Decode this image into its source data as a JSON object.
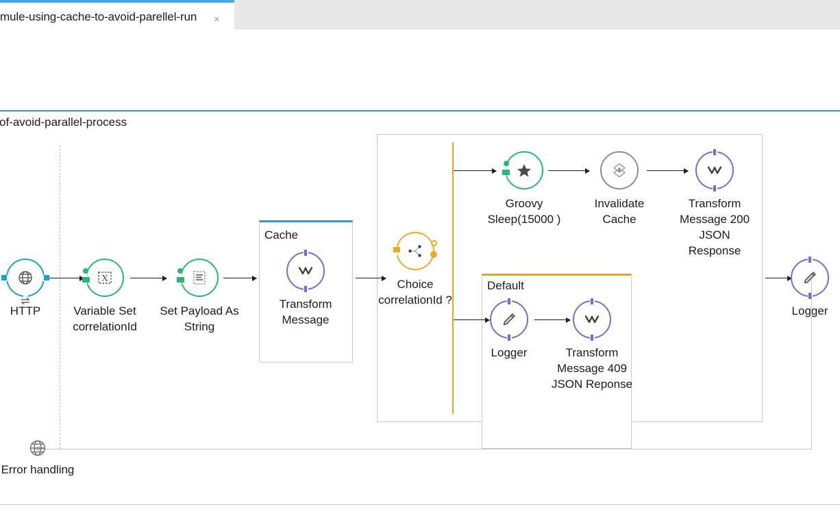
{
  "window": {
    "tab": {
      "title": "mule-using-cache-to-avoid-parellel-run",
      "close_label": "×"
    }
  },
  "flow": {
    "title": "of-avoid-parallel-process",
    "accent_blue": "#3f8fc0",
    "accent_amber": "#e0a52c"
  },
  "nodes": {
    "http": {
      "label": "HTTP",
      "icon": "globe-icon",
      "color": "#16a4c8"
    },
    "variable_set": {
      "label": "Variable Set correlationId",
      "icon": "variable-icon",
      "color": "#2bb673"
    },
    "set_payload": {
      "label": "Set Payload As String",
      "icon": "payload-icon",
      "color": "#2bb673"
    },
    "transform_cache": {
      "label": "Transform Message",
      "icon": "transform-icon",
      "color": "#6b6fd4"
    },
    "choice": {
      "label": "Choice correlationId ?",
      "icon": "choice-icon",
      "color": "#e8ab2a"
    },
    "groovy": {
      "label": "Groovy Sleep(15000 )",
      "icon": "star-icon",
      "color": "#2bb673"
    },
    "invalidate_cache": {
      "label": "Invalidate Cache",
      "icon": "invalidate-cache-icon",
      "color": "#8d8d8d"
    },
    "transform_200": {
      "label": "Transform Message 200 JSON Response",
      "icon": "transform-icon",
      "color": "#6b6fd4"
    },
    "logger_default": {
      "label": "Logger",
      "icon": "pencil-icon",
      "color": "#6b6fd4"
    },
    "transform_409": {
      "label": "Transform Message 409 JSON Reponse",
      "icon": "transform-icon",
      "color": "#6b6fd4"
    },
    "logger_end": {
      "label": "Logger",
      "icon": "pencil-icon",
      "color": "#6b6fd4"
    },
    "error_handling": {
      "label": "Error handling",
      "icon": "globe-icon",
      "color": "#6b6b6b"
    }
  },
  "scopes": {
    "cache": {
      "title": "Cache",
      "top_border": "#3f8fc0"
    },
    "choice": {
      "title": "",
      "top_border": "#c9c9c9"
    },
    "default": {
      "title": "Default",
      "top_border": "#e0a52c"
    }
  }
}
